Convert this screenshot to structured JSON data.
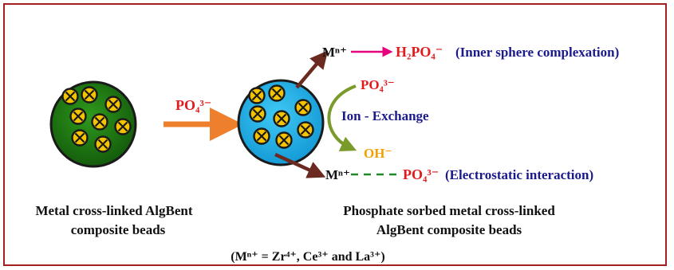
{
  "colors": {
    "frame": "#a32121",
    "bead_fill_left": "#1e7a12",
    "bead_fill_right": "#25b7ef",
    "bead_outline": "#1a1a1a",
    "particle": "#f5c400",
    "orange_arrow": "#ee7f2d",
    "brown_arrow": "#6b2a1f",
    "magenta_arrow": "#e6007e",
    "olive_arrow": "#7a9a2a",
    "red_text": "#e11b1b",
    "navy_text": "#1a1a8c",
    "orange_text": "#f5a000",
    "green_dash": "#1f8a2a",
    "black_text": "#111111"
  },
  "icons": {
    "particle": "crossed-circle-icon"
  },
  "labels": {
    "arrow_phosphate": "PO₄³⁻",
    "metal_top": "Mⁿ⁺",
    "inner_product": "H₂PO₄⁻",
    "inner_desc": "(Inner sphere complexation)",
    "phosphate_in": "PO₄³⁻",
    "ion_exchange": "Ion - Exchange",
    "hydroxide": "OH⁻",
    "metal_bottom": "Mⁿ⁺",
    "electro_phosphate": "PO₄³⁻",
    "electro_desc": "(Electrostatic interaction)",
    "left_caption_1": "Metal cross-linked AlgBent",
    "left_caption_2": "composite beads",
    "right_caption_1": "Phosphate  sorbed metal  cross-linked",
    "right_caption_2": "AlgBent composite beads",
    "footnote": "(Mⁿ⁺ = Zr⁴⁺, Ce³⁺ and La³⁺)"
  }
}
